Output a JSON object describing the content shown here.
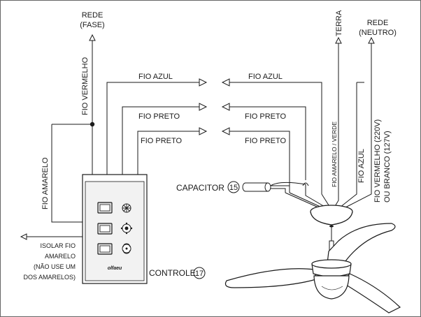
{
  "labels": {
    "rede_fase_1": "REDE",
    "rede_fase_2": "(FASE)",
    "terra": "TERRA",
    "rede_neutro_1": "REDE",
    "rede_neutro_2": "(NEUTRO)",
    "fio_vermelho": "FIO VERMELHO",
    "fio_amarelo": "FIO AMARELO",
    "fio_azul_left": "FIO AZUL",
    "fio_azul_right": "FIO AZUL",
    "fio_preto_left_1": "FIO PRETO",
    "fio_preto_right_1": "FIO PRETO",
    "fio_preto_left_2": "FIO PRETO",
    "fio_preto_right_2": "FIO PRETO",
    "fio_amarelo_verde": "FIO AMARELO / VERDE",
    "fio_azul_fan": "FIO AZUL",
    "fio_vermelho_220": "FIO VERMELHO (220V)",
    "ou_branco_127": "OU BRANCO (127V)",
    "capacitor": "CAPACITOR",
    "capacitor_num": "15",
    "controle": "CONTROLE",
    "controle_num": "17",
    "isolar_1": "ISOLAR FIO",
    "isolar_2": "AMARELO",
    "isolar_3": "(NÃO USE UM",
    "isolar_4": "DOS AMARELOS)",
    "brand": "olfaeu"
  },
  "colors": {
    "line": "#1a1a1a",
    "panel_bg": "#ffffff",
    "control_face": "#f2f2f2",
    "switch_fill": "#e6e6e6"
  },
  "icons": [
    "fan-speed-icon",
    "light-icon",
    "direction-icon"
  ]
}
